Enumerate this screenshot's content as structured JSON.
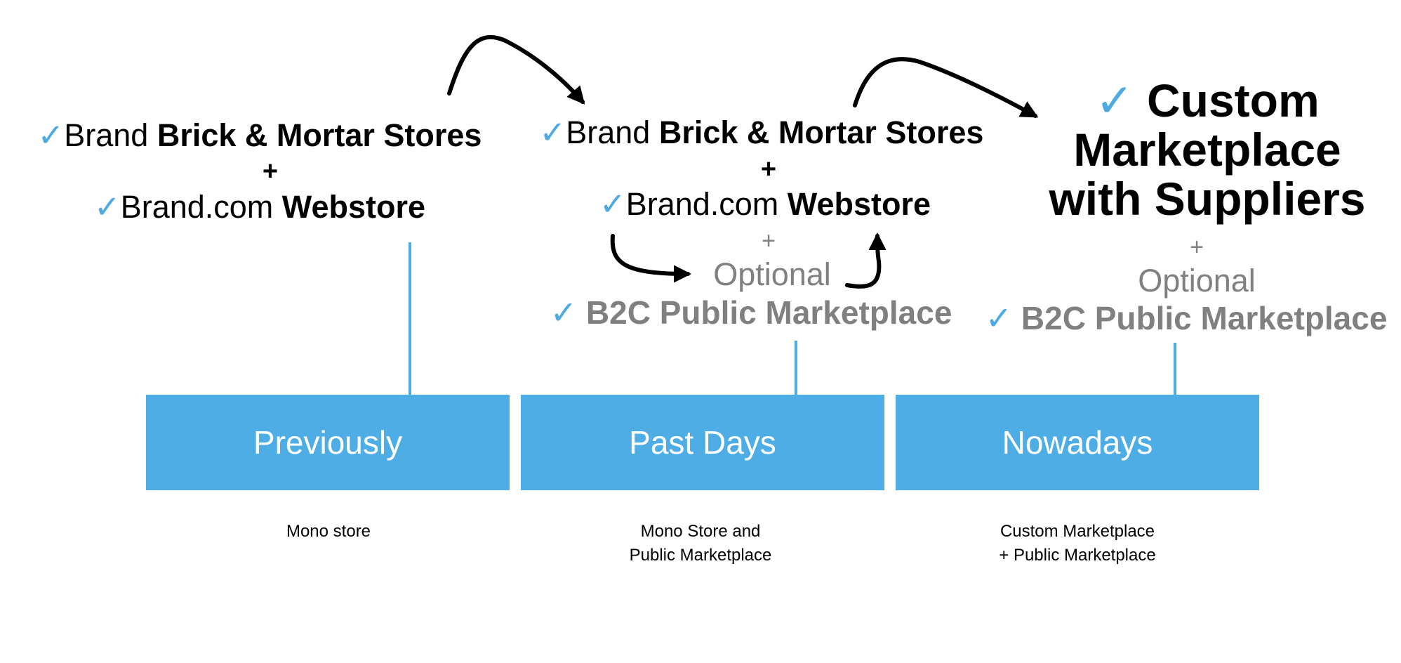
{
  "colors": {
    "accent": "#4fade6",
    "text": "#000000",
    "muted": "#808080",
    "check": "#4fa9e3"
  },
  "check_mark": "✓",
  "previously": {
    "line1": {
      "normal": "Brand ",
      "bold": "Brick & Mortar Stores"
    },
    "plus": "+",
    "line2": {
      "normal": "Brand.com ",
      "bold": "Webstore"
    },
    "stage_label": "Previously",
    "caption_lines": [
      "Mono store"
    ]
  },
  "past_days": {
    "line1": {
      "normal": "Brand ",
      "bold": "Brick & Mortar Stores"
    },
    "plus": "+",
    "line2": {
      "normal": "Brand.com ",
      "bold": "Webstore"
    },
    "plus_optional": "+",
    "optional": "Optional",
    "line3": {
      "bold": "B2C Public Marketplace"
    },
    "stage_label": "Past Days",
    "caption_lines": [
      "Mono Store and",
      "Public Marketplace"
    ]
  },
  "nowadays": {
    "title_lines": [
      "Custom",
      "Marketplace",
      "with Suppliers"
    ],
    "plus": "+",
    "optional": "Optional",
    "line3": {
      "bold": "B2C Public Marketplace"
    },
    "stage_label": "Nowadays",
    "caption_lines": [
      "Custom Marketplace",
      "+ Public Marketplace"
    ]
  }
}
